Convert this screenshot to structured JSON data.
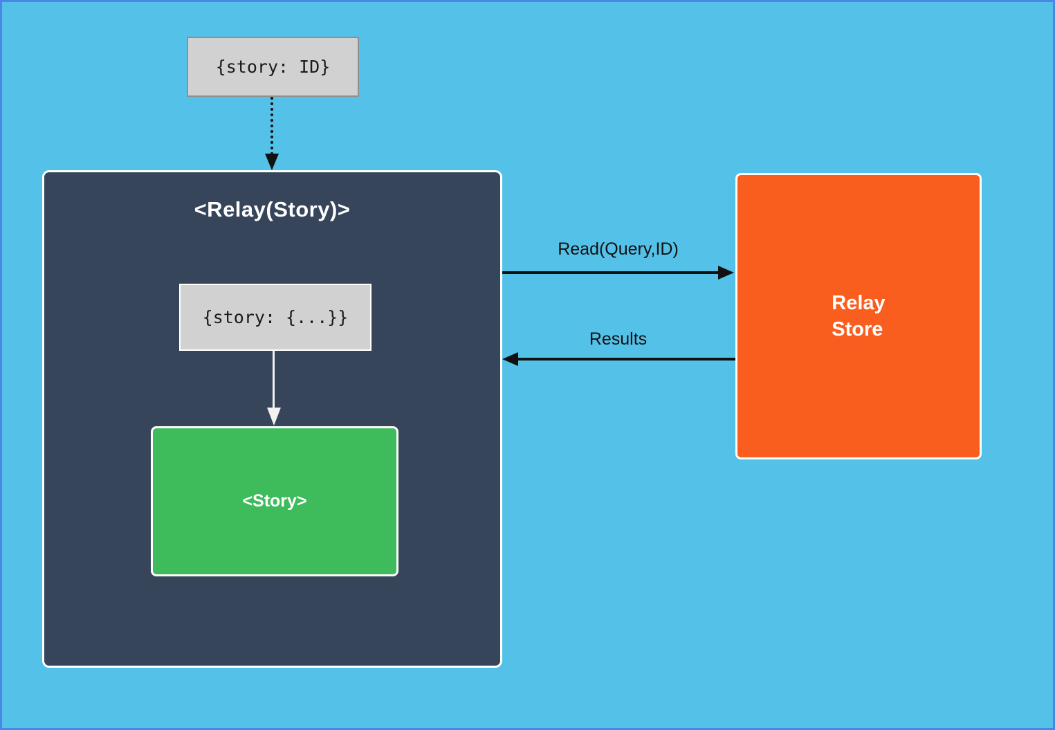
{
  "colors": {
    "background": "#54C1E8",
    "frame_border": "#4A85E8",
    "relay_container_bg": "#36455A",
    "relay_store_bg": "#FA5E1F",
    "story_bg": "#3EBB5B",
    "props_box_bg": "#D1D1D1",
    "props_box_border": "#8F8F8F",
    "arrow_black": "#111111"
  },
  "nodes": {
    "props_input": {
      "text": "{story: ID}"
    },
    "relay_container": {
      "title": "<Relay(Story)>"
    },
    "props_resolved": {
      "text": "{story: {...}}"
    },
    "story": {
      "label": "<Story>"
    },
    "relay_store": {
      "line1": "Relay",
      "line2": "Store"
    }
  },
  "edges": {
    "props_to_relay": {
      "style": "dotted",
      "direction": "down"
    },
    "resolved_to_story": {
      "style": "solid-white",
      "direction": "down"
    },
    "read": {
      "label": "Read(Query,ID)",
      "direction": "right"
    },
    "results": {
      "label": "Results",
      "direction": "left"
    }
  }
}
